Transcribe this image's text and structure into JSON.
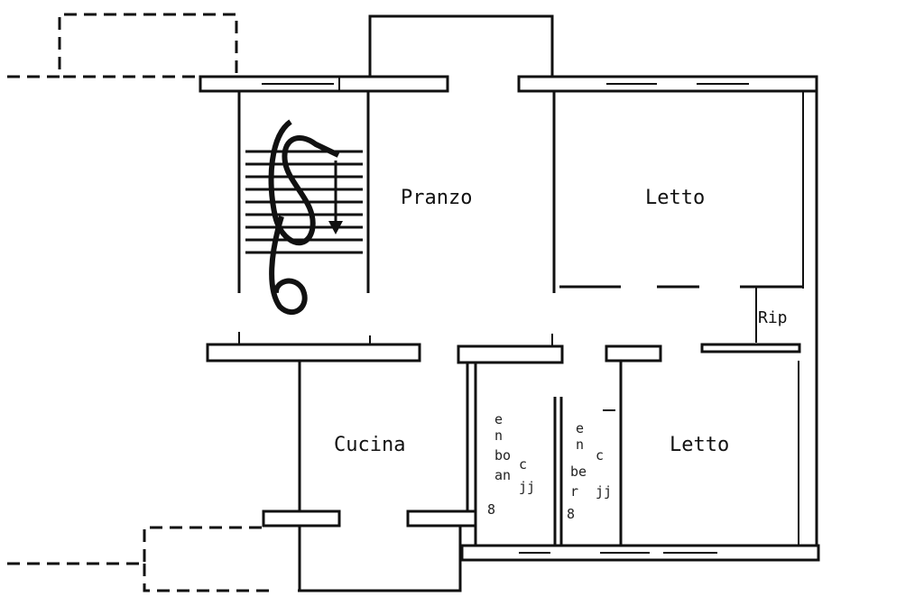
{
  "rooms": {
    "pranzo": "Pranzo",
    "letto_top": "Letto",
    "ripostiglio": "Rip",
    "cucina": "Cucina",
    "letto_bottom": "Letto"
  },
  "colors": {
    "ink": "#111111",
    "paper": "#ffffff"
  },
  "icons": {
    "stair": "staircase-icon",
    "arrow": "stair-arrow-icon"
  }
}
